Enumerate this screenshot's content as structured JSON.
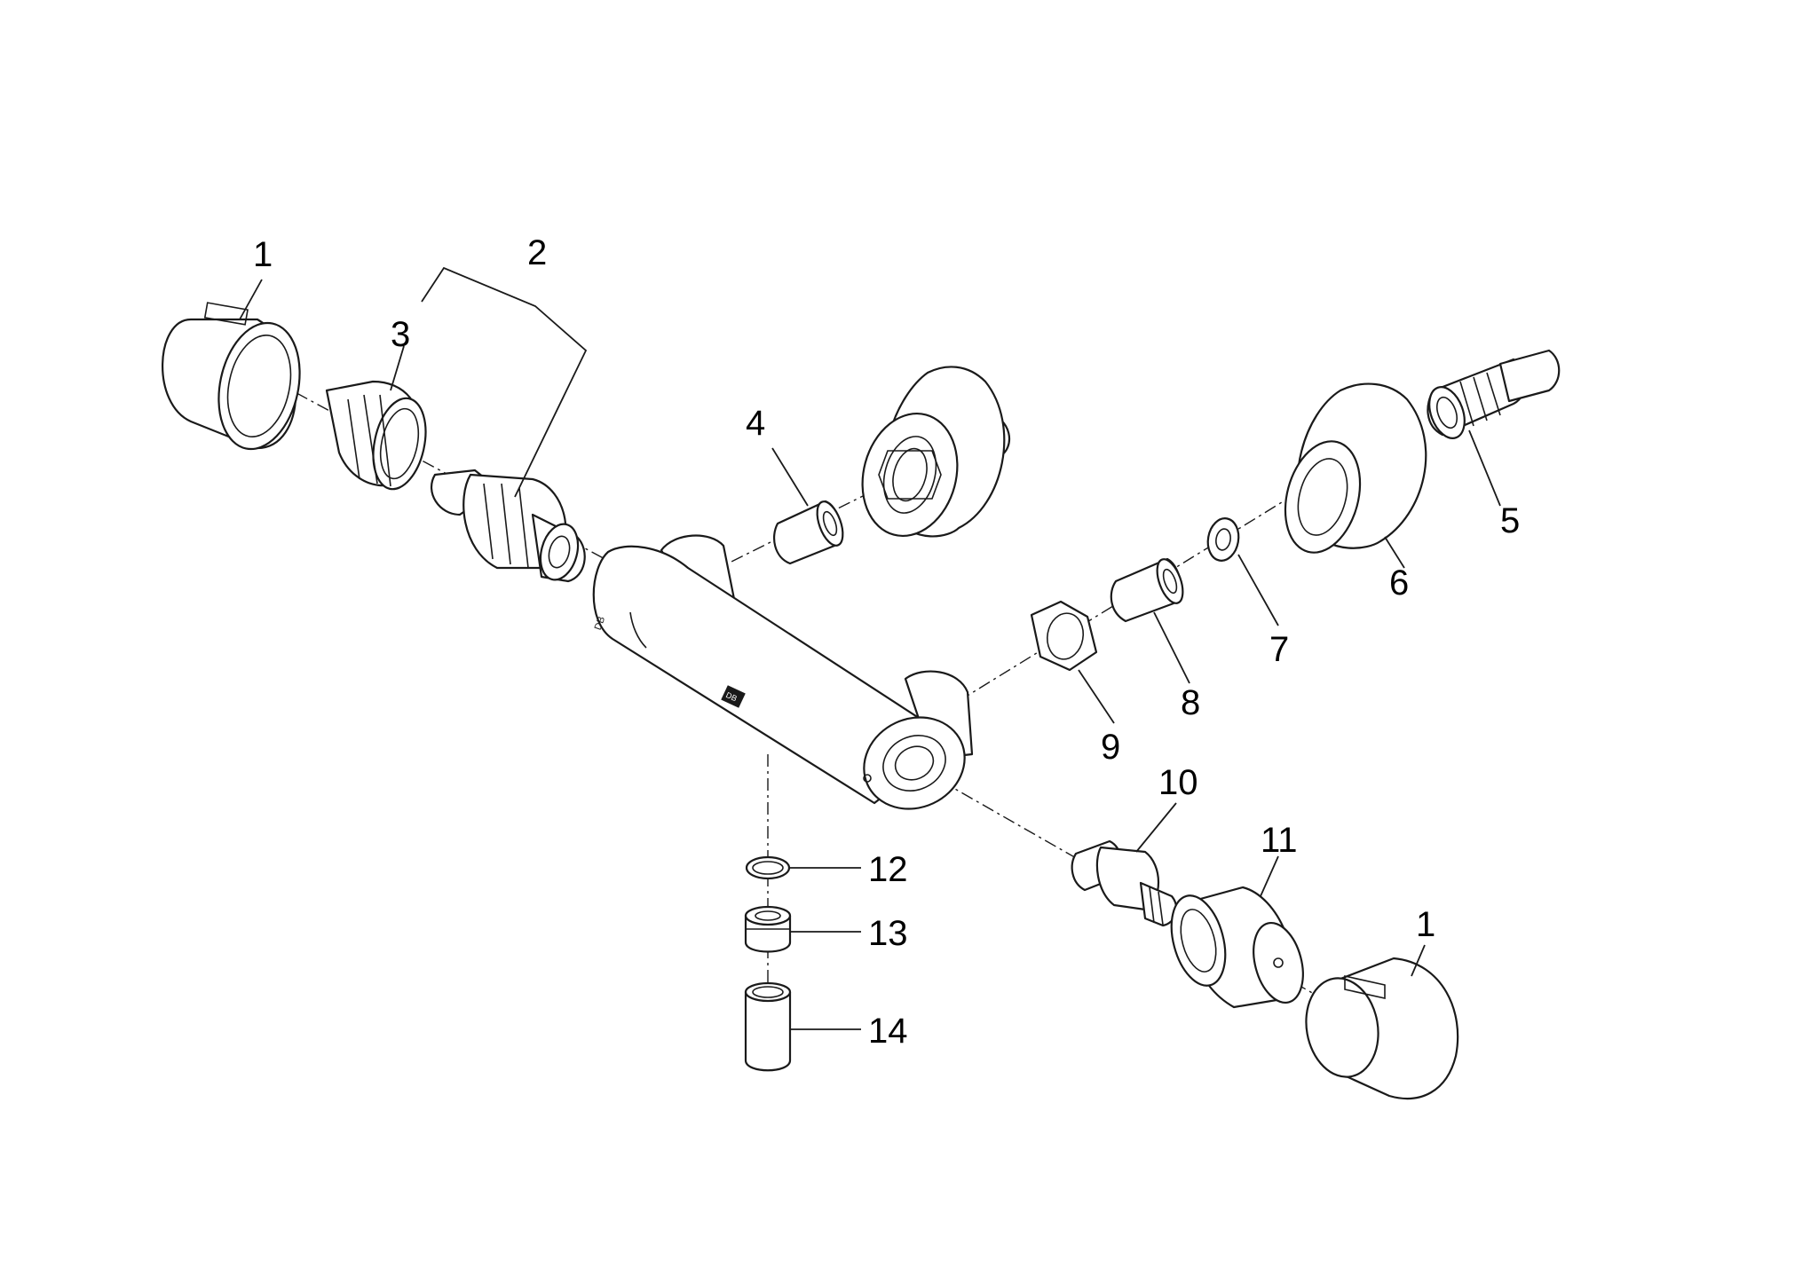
{
  "diagram": {
    "type": "exploded-parts-view",
    "callouts": [
      {
        "id": "c1a",
        "label": "1"
      },
      {
        "id": "c2",
        "label": "2"
      },
      {
        "id": "c3",
        "label": "3"
      },
      {
        "id": "c4",
        "label": "4"
      },
      {
        "id": "c5",
        "label": "5"
      },
      {
        "id": "c6",
        "label": "6"
      },
      {
        "id": "c7",
        "label": "7"
      },
      {
        "id": "c8",
        "label": "8"
      },
      {
        "id": "c9",
        "label": "9"
      },
      {
        "id": "c10",
        "label": "10"
      },
      {
        "id": "c11",
        "label": "11"
      },
      {
        "id": "c1b",
        "label": "1"
      },
      {
        "id": "c12",
        "label": "12"
      },
      {
        "id": "c13",
        "label": "13"
      },
      {
        "id": "c14",
        "label": "14"
      }
    ],
    "colors": {
      "line": "#1a1a1a",
      "background": "#ffffff",
      "text": "#000000"
    }
  }
}
